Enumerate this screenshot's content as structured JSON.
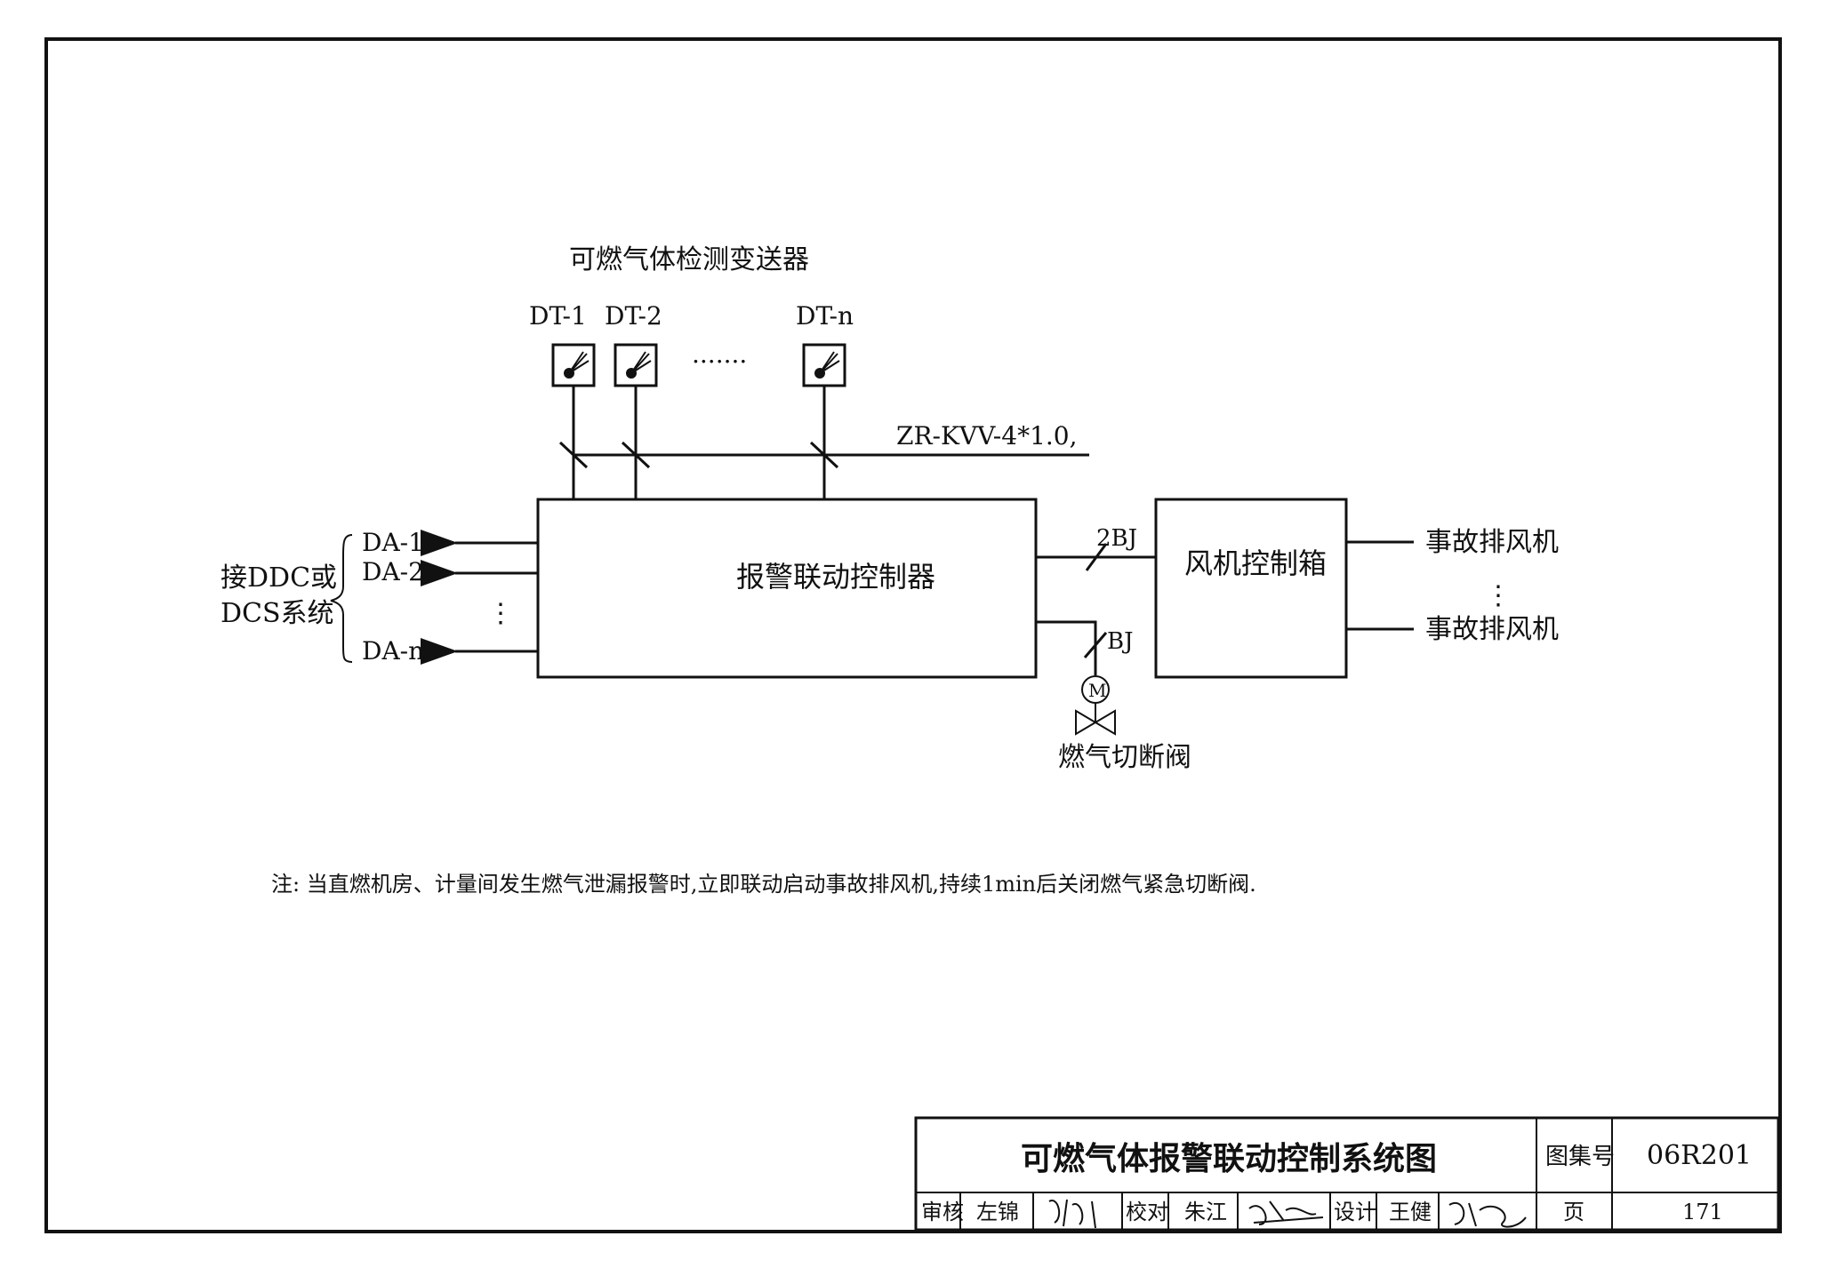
{
  "diagram": {
    "detector_title": "可燃气体检测变送器",
    "detectors": [
      "DT-1",
      "DT-2",
      "DT-n"
    ],
    "detector_ellipsis": ".......",
    "cable_label": "ZR-KVV-4*1.0,",
    "controller_label": "报警联动控制器",
    "outputs": [
      "DA-1",
      "DA-2",
      "DA-n"
    ],
    "ddc_label_line1": "接DDC或",
    "ddc_label_line2": "DCS系统",
    "link_2bj": "2BJ",
    "link_bj": "BJ",
    "fan_box_label": "风机控制箱",
    "fan_outputs": [
      "事故排风机",
      "事故排风机"
    ],
    "motor_symbol": "M",
    "valve_label": "燃气切断阀"
  },
  "note": "注: 当直燃机房、计量间发生燃气泄漏报警时,立即联动启动事故排风机,持续1min后关闭燃气紧急切断阀.",
  "title_block": {
    "drawing_title": "可燃气体报警联动控制系统图",
    "atlas_no_label": "图集号",
    "atlas_no": "06R201",
    "review_label": "审核",
    "reviewer": "左锦",
    "check_label": "校对",
    "checker": "朱江",
    "design_label": "设计",
    "designer": "王健",
    "page_label": "页",
    "page_no": "171"
  }
}
